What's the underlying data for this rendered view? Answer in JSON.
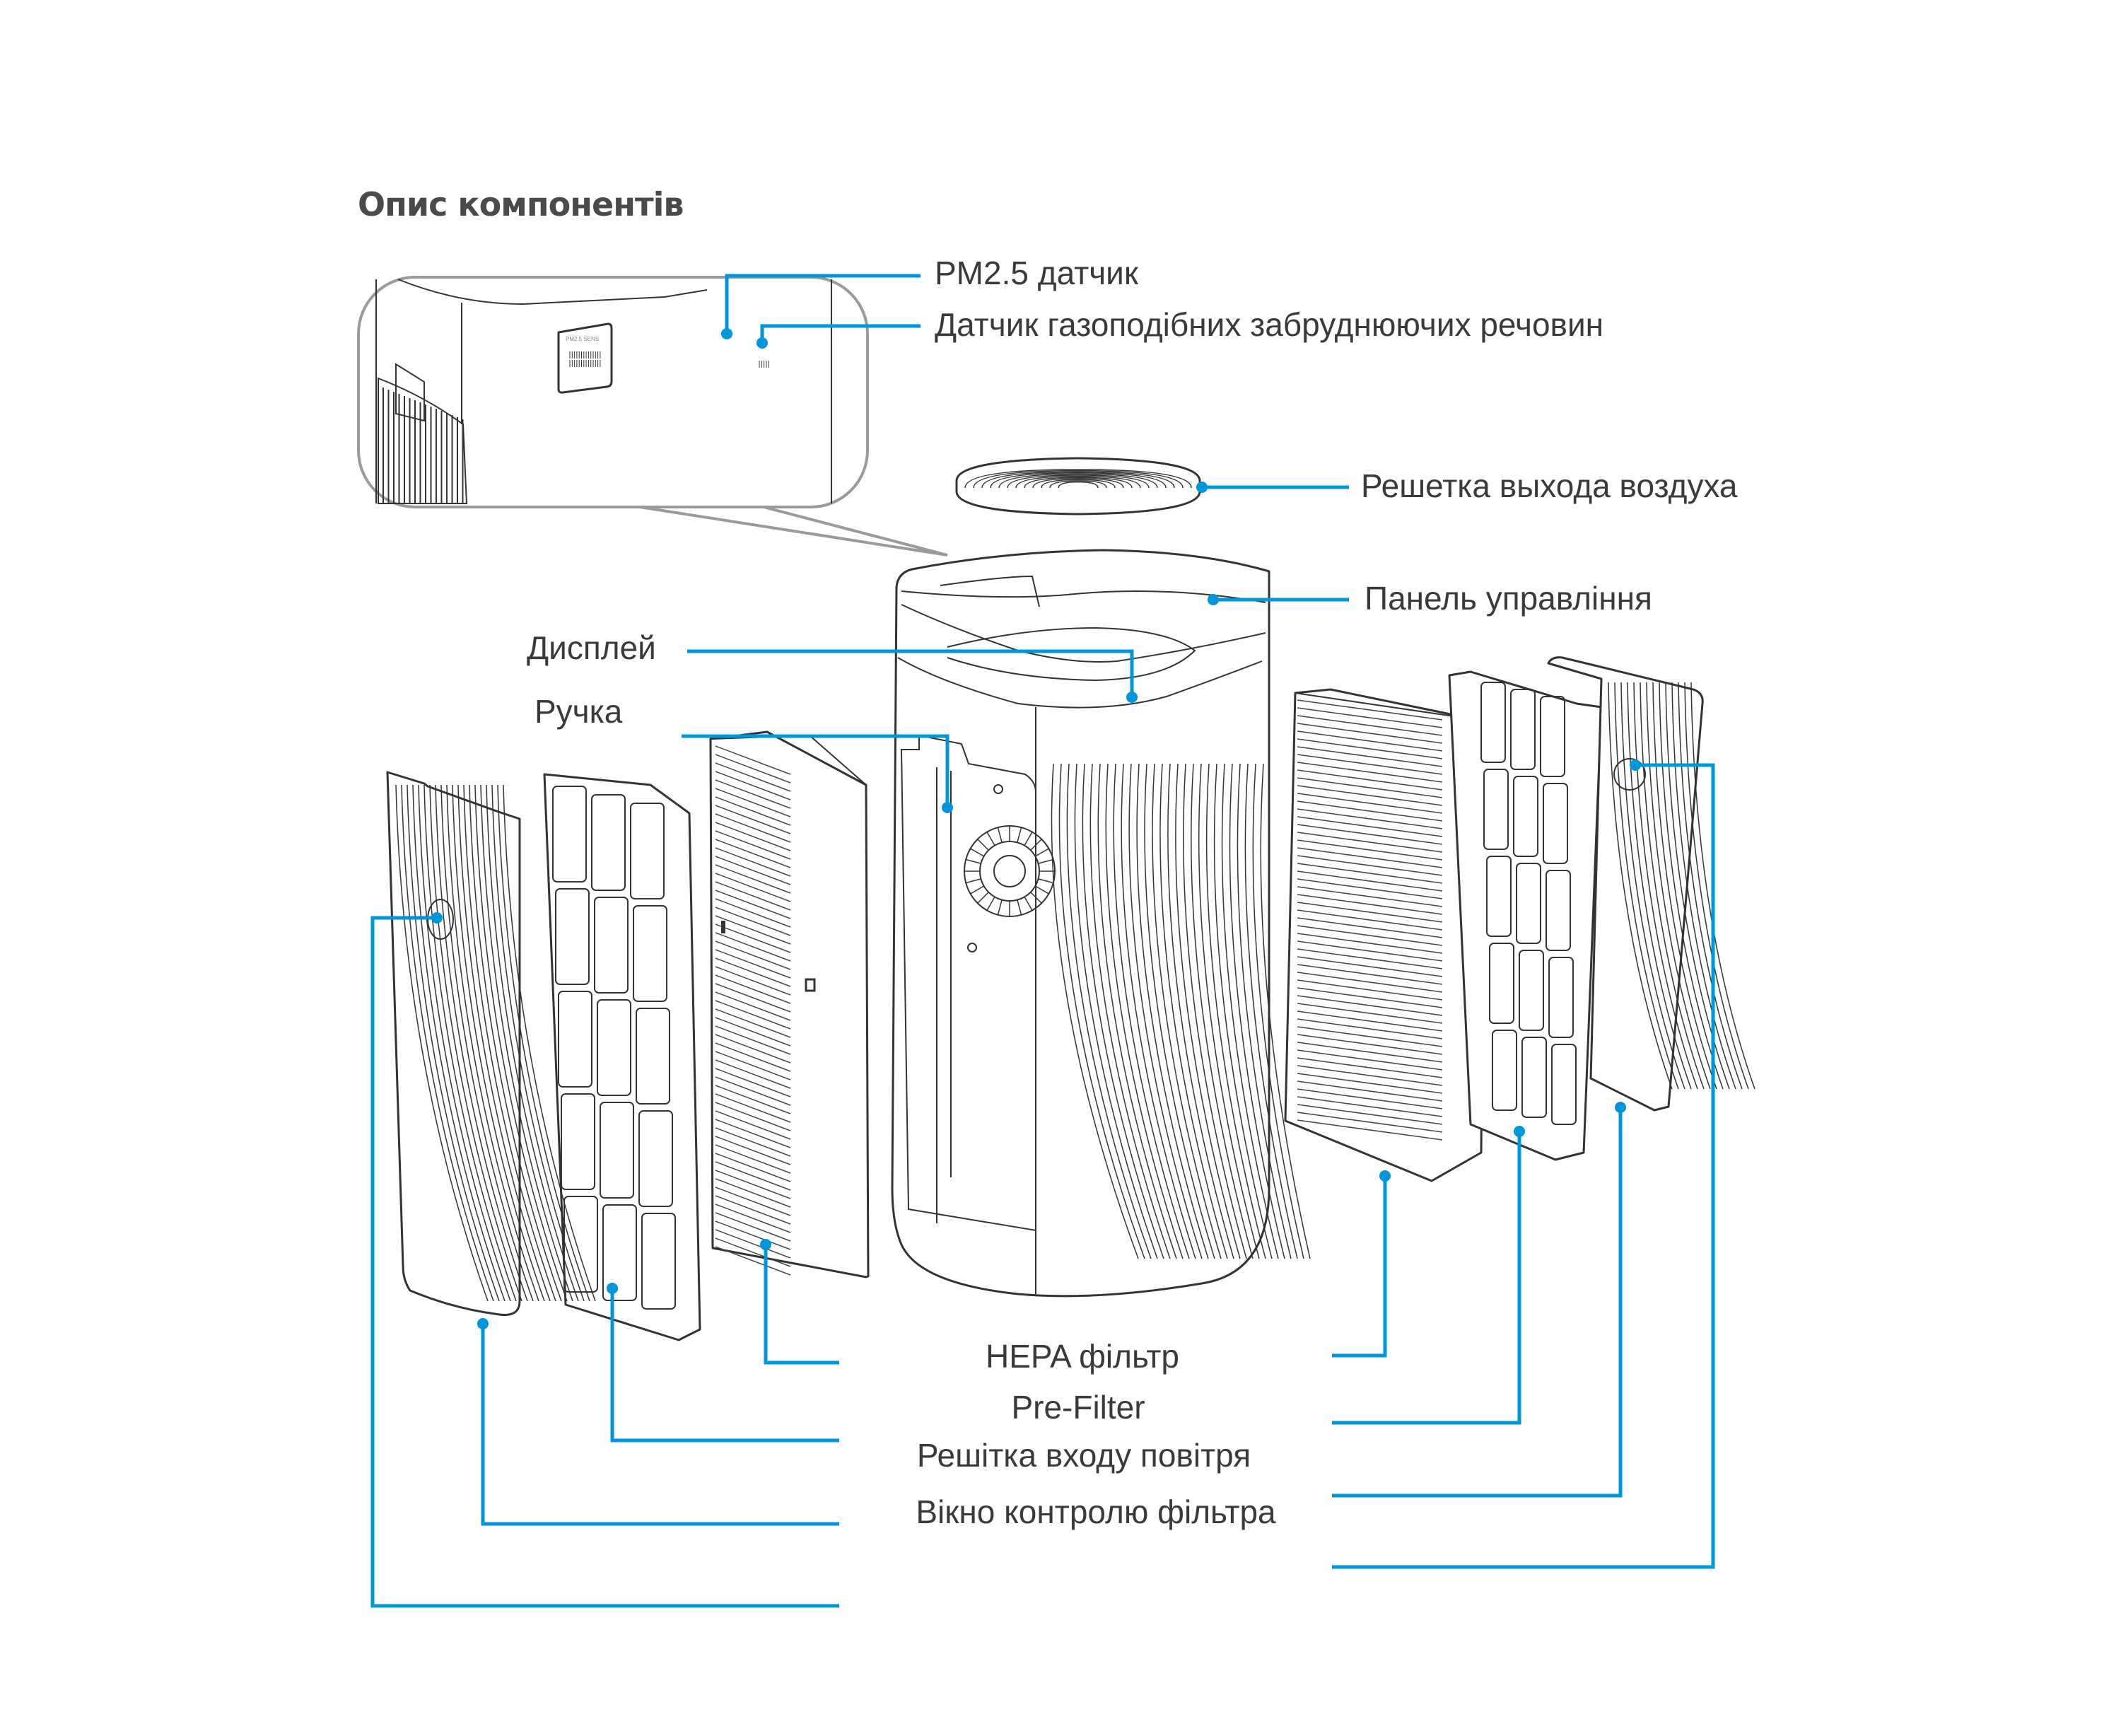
{
  "title": "Опис компонентів",
  "inset": {
    "sensor_plate_text": "PM2.5 SENS"
  },
  "labels": {
    "pm25_sensor": "PM2.5 датчик",
    "gas_sensor": "Датчик газоподібних забруднюючих речовин",
    "outlet_grille": "Решетка выхода воздуха",
    "control_panel": "Панель управління",
    "display": "Дисплей",
    "handle": "Ручка",
    "hepa_filter": "HEPA фільтр",
    "pre_filter": "Pre-Filter",
    "inlet_grille": "Решітка входу повітря",
    "filter_window": "Вікно контролю фільтра"
  },
  "colors": {
    "leader": "#0096dc",
    "text": "#3a3a3a",
    "title": "#4a4a4a"
  }
}
